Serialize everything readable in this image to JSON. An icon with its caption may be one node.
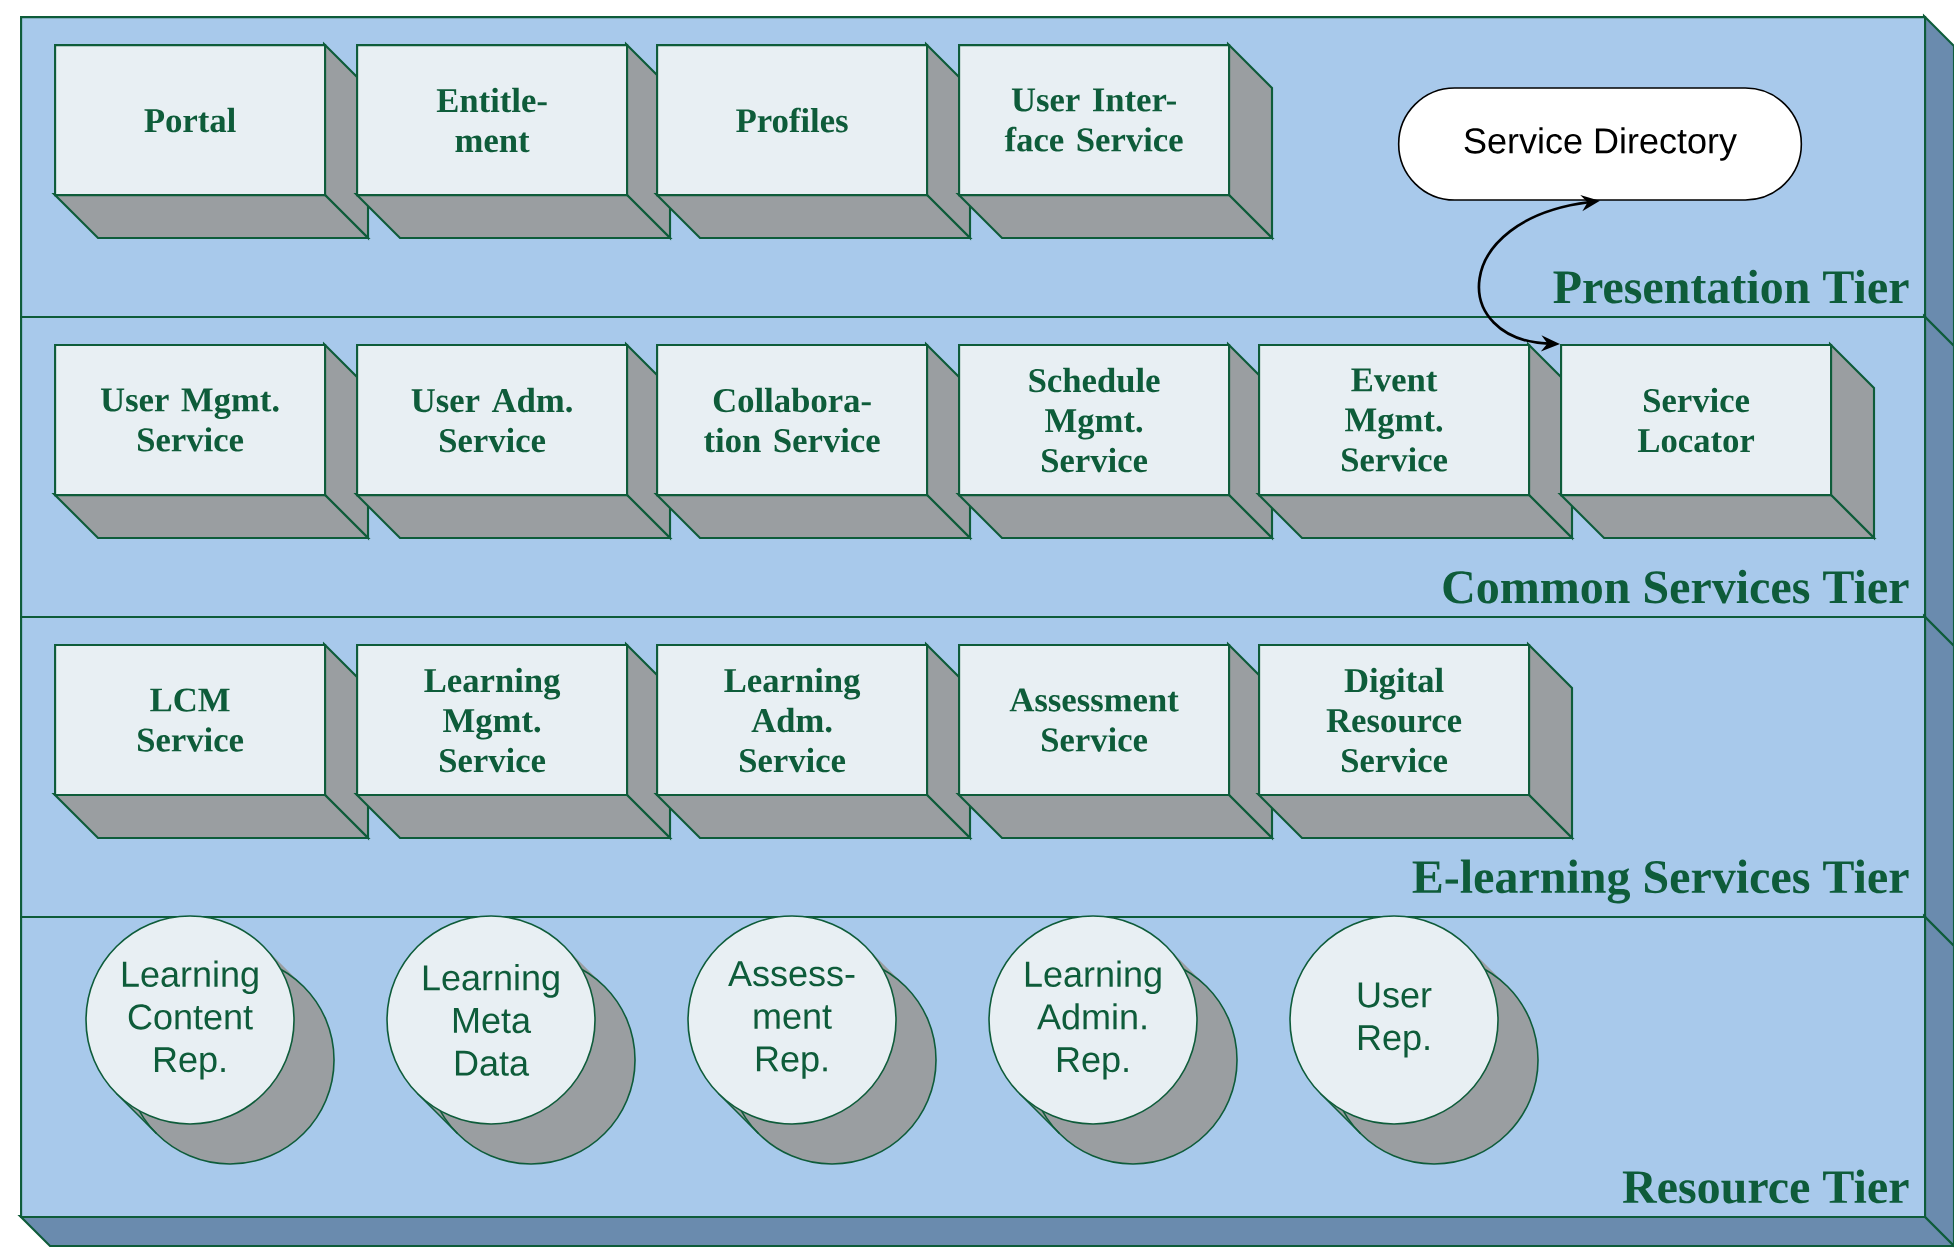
{
  "diagram": {
    "nodes": [
      {
        "text": [
          "Presentation Tier"
        ]
      },
      {
        "text": [
          "Portal"
        ],
        "in": 0
      },
      {
        "text": [
          "Entitle- ment"
        ],
        "in": 0
      },
      {
        "text": [
          "Profiles"
        ],
        "in": 0
      },
      {
        "text": [
          "User Inter- face Service"
        ],
        "in": 0
      },
      {
        "text": [
          "Service Directory"
        ],
        "in": 0
      },
      {
        "text": [
          "Common Services Tier"
        ]
      },
      {
        "text": [
          "User Mgmt. Service"
        ],
        "in": 6
      },
      {
        "text": [
          "User Adm. Service"
        ],
        "in": 6
      },
      {
        "text": [
          "Collabora- tion Service"
        ],
        "in": 6
      },
      {
        "text": [
          "Schedule Mgmt. Service"
        ],
        "in": 6
      },
      {
        "text": [
          "Event Mgmt. Service"
        ],
        "in": 6
      },
      {
        "text": [
          "Service Locator"
        ],
        "in": 6
      },
      {
        "text": [
          "E-learning Services Tier"
        ]
      },
      {
        "text": [
          "LCM Service"
        ],
        "in": 13
      },
      {
        "text": [
          "Learning Mgmt. Service"
        ],
        "in": 13
      },
      {
        "text": [
          "Learning Adm. Service"
        ],
        "in": 13
      },
      {
        "text": [
          "Assessment Service"
        ],
        "in": 13
      },
      {
        "text": [
          "Digital Resource Service"
        ],
        "in": 13
      },
      {
        "text": [
          "Resource Tier"
        ]
      },
      {
        "text": [
          "Learning Content Rep."
        ],
        "in": 19
      },
      {
        "text": [
          "Learning Meta Data"
        ],
        "in": 19
      },
      {
        "text": [
          "Assess- ment Rep."
        ],
        "in": 19
      },
      {
        "text": [
          "Learning Admin. Rep."
        ],
        "in": 19
      },
      {
        "text": [
          "User Rep."
        ],
        "in": 19
      }
    ],
    "edges": [
      {
        "from": 5,
        "to": 12,
        "arrow": "both"
      }
    ]
  }
}
